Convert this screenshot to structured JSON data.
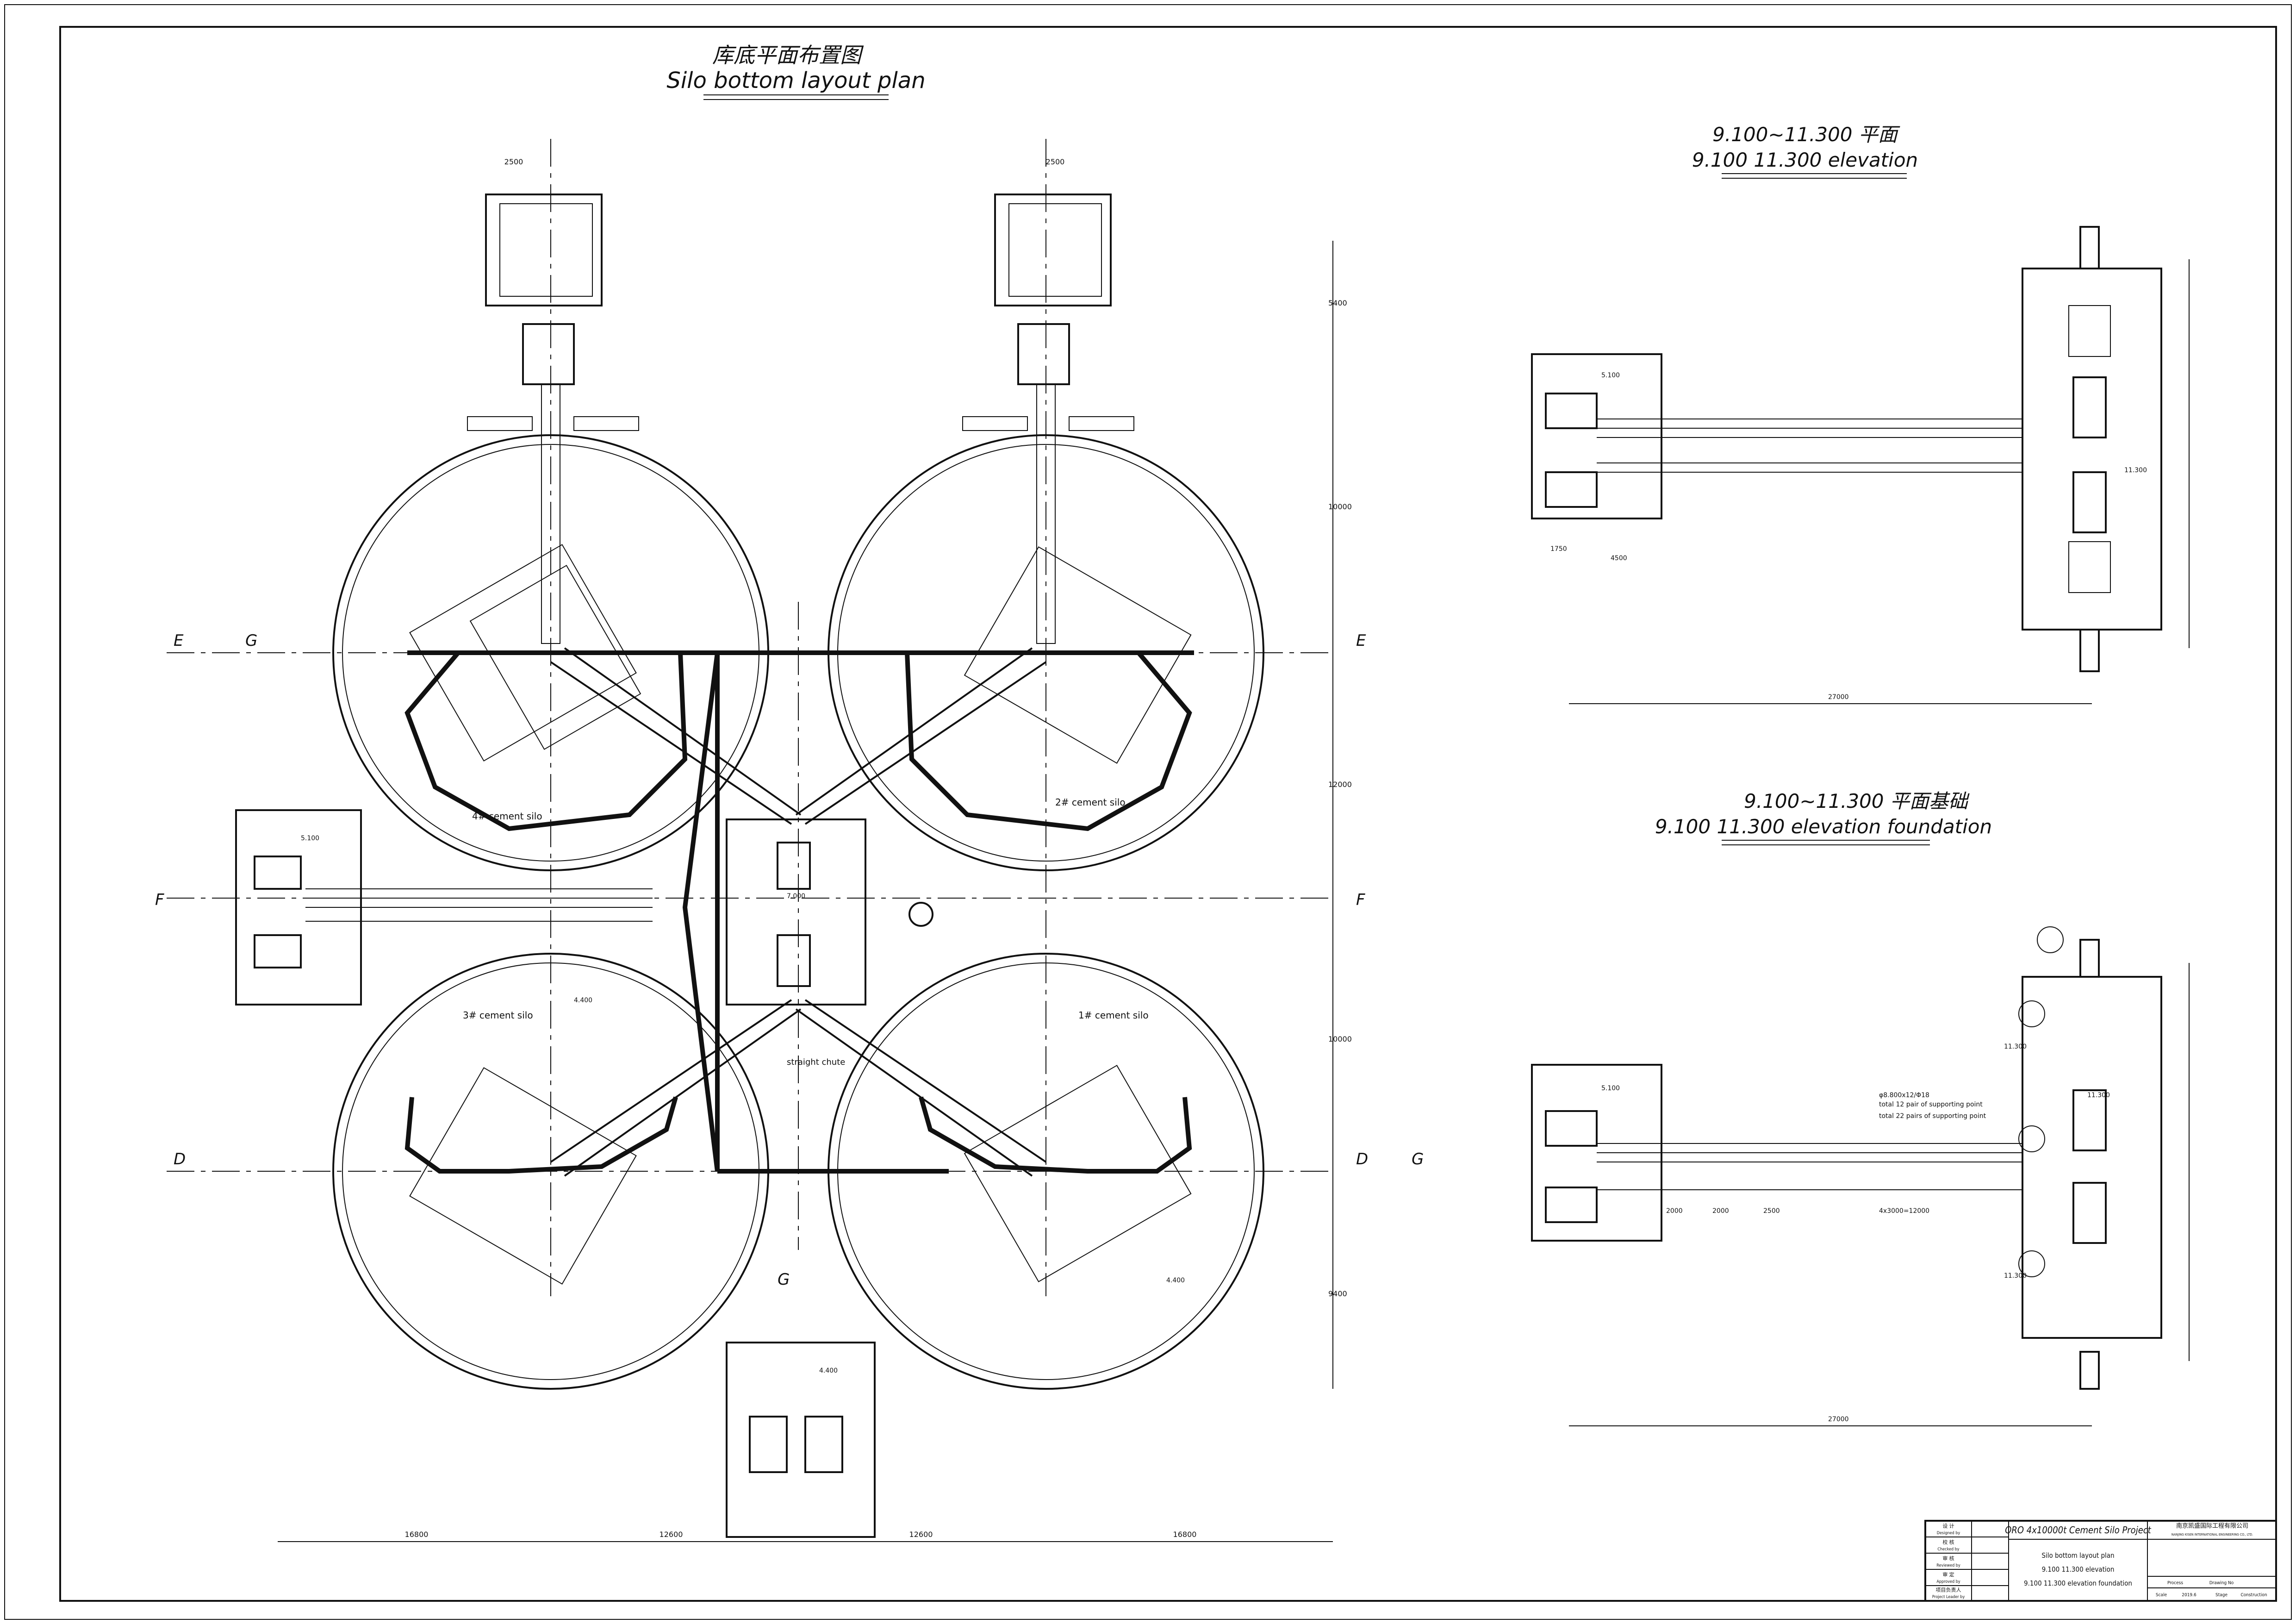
{
  "main_plan": {
    "title_cn": "库底平面布置图",
    "title_en": "Silo bottom layout plan",
    "silos": [
      {
        "label": "4# cement silo"
      },
      {
        "label": "2# cement silo"
      },
      {
        "label": "3# cement silo"
      },
      {
        "label": "1# cement silo"
      }
    ],
    "axis_markers": {
      "E": "E",
      "G": "G",
      "F": "F",
      "D": "D"
    },
    "dims_bottom": [
      "16800",
      "12600",
      "12600",
      "16800"
    ],
    "dims_top": [
      "2500",
      "2500"
    ],
    "dims_right": [
      "5400",
      "10000",
      "12000",
      "10000",
      "9400"
    ],
    "elevation_marks": [
      "5.100",
      "7.000",
      "4.400",
      "4.400",
      "4.400"
    ],
    "center_labels": [
      "straight chute"
    ]
  },
  "elevation_view": {
    "title_cn": "9.100~11.300 平面",
    "title_en": "9.100  11.300 elevation",
    "dims_bottom": [
      "1750",
      "4500",
      "27000"
    ],
    "elevation_marks": [
      "5.100",
      "11.300"
    ]
  },
  "foundation_view": {
    "title_cn": "9.100~11.300 平面基础",
    "title_en": "9.100  11.300 elevation foundation",
    "notes": [
      "φ8.800x12/Φ18",
      "total 12 pair of supporting point",
      "total 22 pairs of supporting point"
    ],
    "dims_bottom": [
      "2000",
      "2000",
      "2500",
      "4x3000=12000",
      "27000"
    ],
    "elevation_marks": [
      "5.100",
      "11.300",
      "11.300",
      "11.300"
    ]
  },
  "title_block": {
    "project": "ORO 4x10000t Cement Silo Project",
    "company_cn": "南京凯盛国际工程有限公司",
    "company_en": "NANJING KISEN INTERNATIONAL ENGINEERING CO., LTD.",
    "drawing_title": [
      "Silo bottom layout plan",
      "9.100  11.300 elevation",
      "9.100  11.300 elevation foundation"
    ],
    "rows": [
      {
        "cn": "设 计",
        "en": "Designed by"
      },
      {
        "cn": "校 核",
        "en": "Checked by"
      },
      {
        "cn": "审 核",
        "en": "Reviewed by"
      },
      {
        "cn": "审 定",
        "en": "Approved by"
      },
      {
        "cn": "项目负责人",
        "en": "Project Leader by"
      }
    ],
    "fields": {
      "profession": "Process",
      "drawing_no": "Drawing No",
      "scale": "Scale",
      "date": "2019.6",
      "stage": "Stage",
      "total": "Construction"
    }
  }
}
